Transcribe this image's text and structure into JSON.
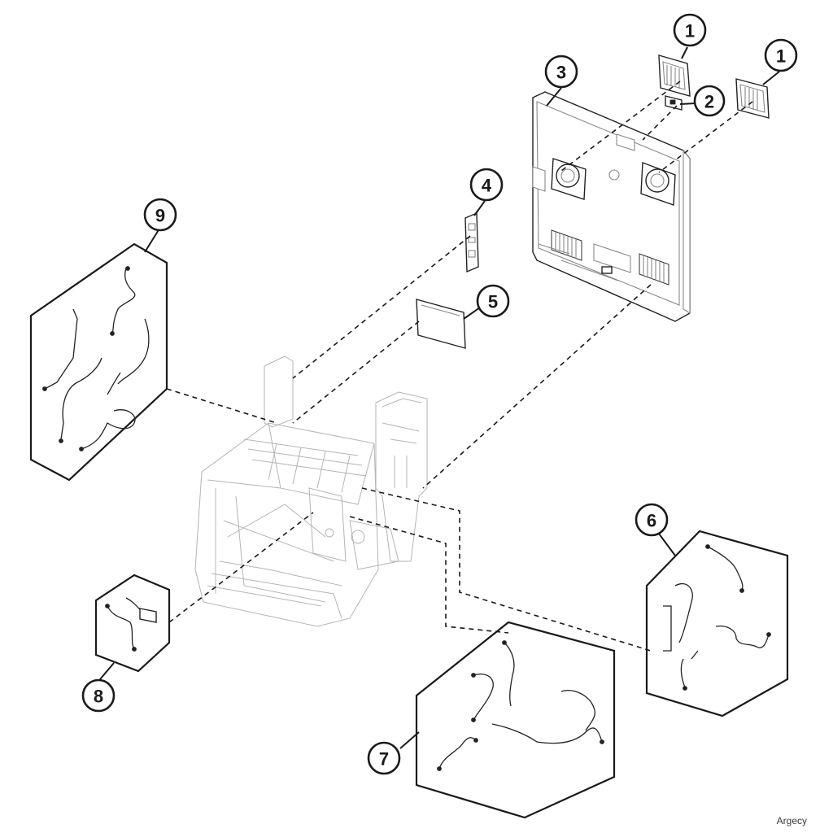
{
  "callouts": [
    {
      "id": "c1a",
      "label": "1"
    },
    {
      "id": "c1b",
      "label": "1"
    },
    {
      "id": "c2",
      "label": "2"
    },
    {
      "id": "c3",
      "label": "3"
    },
    {
      "id": "c4",
      "label": "4"
    },
    {
      "id": "c5",
      "label": "5"
    },
    {
      "id": "c6",
      "label": "6"
    },
    {
      "id": "c7",
      "label": "7"
    },
    {
      "id": "c8",
      "label": "8"
    },
    {
      "id": "c9",
      "label": "9"
    }
  ],
  "watermark": "Argecy",
  "colors": {
    "line": "#1a1a1a",
    "faint": "#b5b5b5",
    "background": "#ffffff"
  }
}
